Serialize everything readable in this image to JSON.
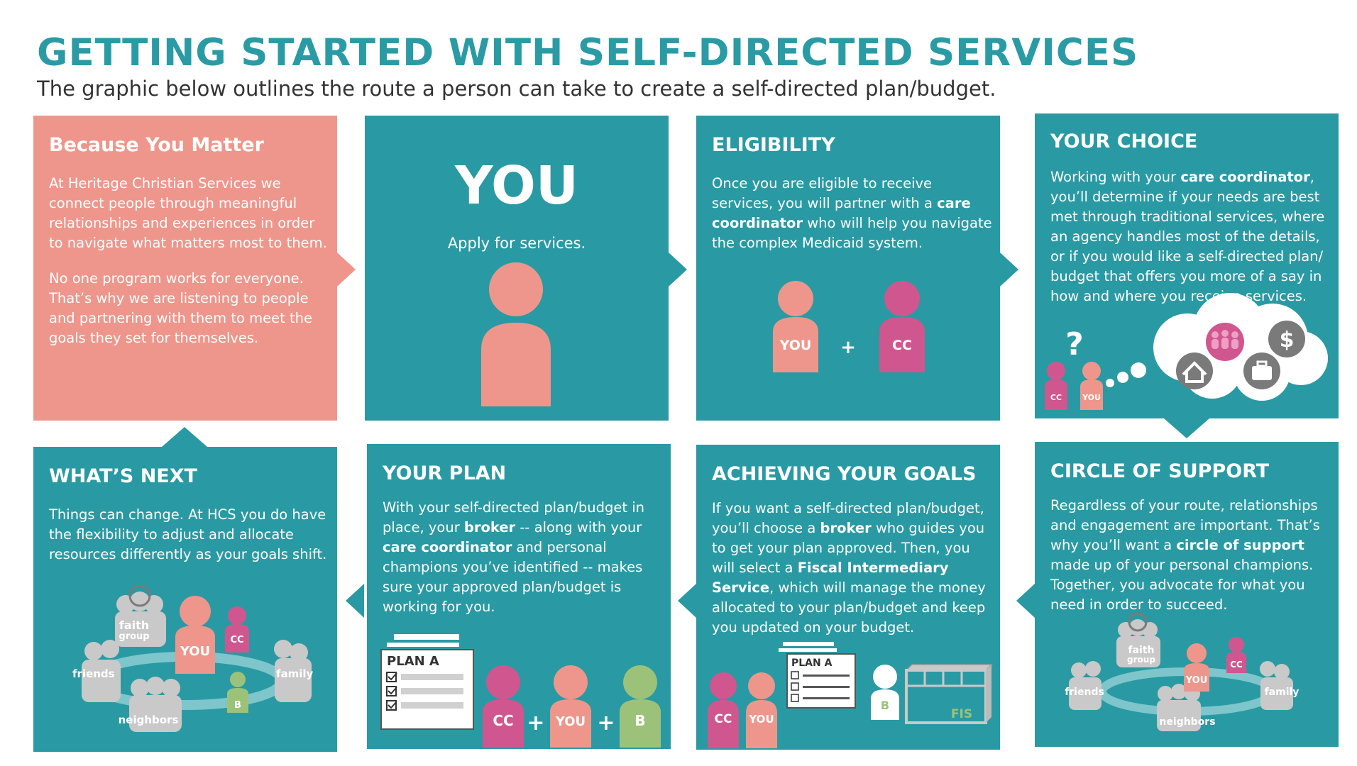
{
  "header": {
    "title": "GETTING STARTED WITH SELF-DIRECTED SERVICES",
    "subtitle": "The graphic below outlines the route a person can take to create a self-directed plan/budget."
  },
  "colors": {
    "teal": "#299aa3",
    "salmon": "#ee968b",
    "magenta": "#d0568f",
    "green": "#9cc27a",
    "grey": "#c9c9c9"
  },
  "panels": {
    "because": {
      "title": "Because You Matter",
      "p1": "At Heritage Christian Services we connect people through meaningful relationships and experiences in order to navigate what matters most to them.",
      "p2": "No one program works for everyone. That’s why we are listening to people and partnering with them to meet the goals they set for themselves."
    },
    "you": {
      "big": "YOU",
      "caption": "Apply for services."
    },
    "eligibility": {
      "title": "ELIGIBILITY",
      "t1": "Once you are eligible to receive services, you will partner with a ",
      "b1": "care coordinator",
      "t2": " who will help you navigate the complex Medicaid system.",
      "fig": {
        "you": "YOU",
        "plus": "+",
        "cc": "CC"
      }
    },
    "choice": {
      "title": "YOUR CHOICE",
      "t1": "Working with your ",
      "b1": "care coordinator",
      "t2": ", you’ll determine if your needs are best met through traditional services, where an agency handles most of the details, or if you would like a self-directed plan/ budget that offers you more of a say in how and where you receive services.",
      "fig": {
        "q": "?",
        "cc": "CC",
        "you": "YOU",
        "dollar": "$"
      }
    },
    "circle": {
      "title": "CIRCLE OF SUPPORT",
      "t1": "Regardless of your route, relationships and engagement are important. That’s why you’ll want a ",
      "b1": "circle of support",
      "t2": " made up of your personal champions. Together, you advocate for what you need in order to succeed.",
      "fig": {
        "faith": "faith",
        "group": "group",
        "you": "YOU",
        "cc": "CC",
        "friends": "friends",
        "family": "family",
        "neighbors": "neighbors"
      }
    },
    "goals": {
      "title": "ACHIEVING YOUR GOALS",
      "t1": "If you want a self-directed plan/budget, you’ll choose a ",
      "b1": "broker",
      "t2": " who guides you to get your plan approved. Then, you will select a ",
      "b2": "Fiscal Intermediary Service",
      "t3": ", which will manage the money allocated to your plan/budget and keep you updated on your budget.",
      "fig": {
        "plan": "PLAN A",
        "cc": "CC",
        "you": "YOU",
        "b": "B",
        "fis": "FIS"
      }
    },
    "plan": {
      "title": "YOUR PLAN",
      "t1": "With your self-directed plan/budget in place, your ",
      "b1": "broker",
      "t2": " -- along with your ",
      "b2": "care coordinator",
      "t3": " and personal champions you’ve identified -- makes sure your approved plan/budget is working for you.",
      "fig": {
        "plan": "PLAN A",
        "cc": "CC",
        "plus": "+",
        "you": "YOU",
        "b": "B"
      }
    },
    "next": {
      "title": "WHAT’S NEXT",
      "body": "Things can change. At HCS you do have the flexibility to adjust and allocate resources differently as your goals shift.",
      "fig": {
        "faith": "faith",
        "group": "group",
        "you": "YOU",
        "cc": "CC",
        "friends": "friends",
        "family": "family",
        "neighbors": "neighbors",
        "b": "B"
      }
    }
  }
}
